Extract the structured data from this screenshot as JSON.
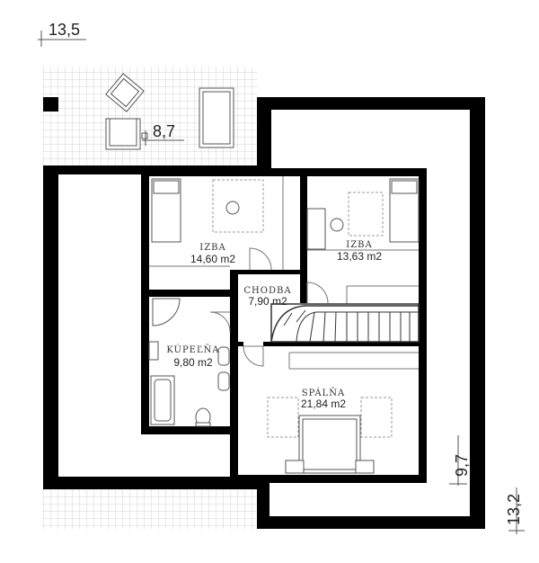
{
  "dimensions": {
    "top": "13,5",
    "terrace": "8,7",
    "right_inner": "9,7",
    "right_outer": "13,2"
  },
  "rooms": {
    "izba_left": {
      "name": "IZBA",
      "area": "14,60 m2"
    },
    "izba_right": {
      "name": "IZBA",
      "area": "13,63 m2"
    },
    "chodba": {
      "name": "CHODBA",
      "area": "7,90 m2"
    },
    "kupelna": {
      "name": "KÚPEĽŇA",
      "area": "9,80 m2"
    },
    "spalna": {
      "name": "SPÁLŇA",
      "area": "21,84 m2"
    }
  }
}
